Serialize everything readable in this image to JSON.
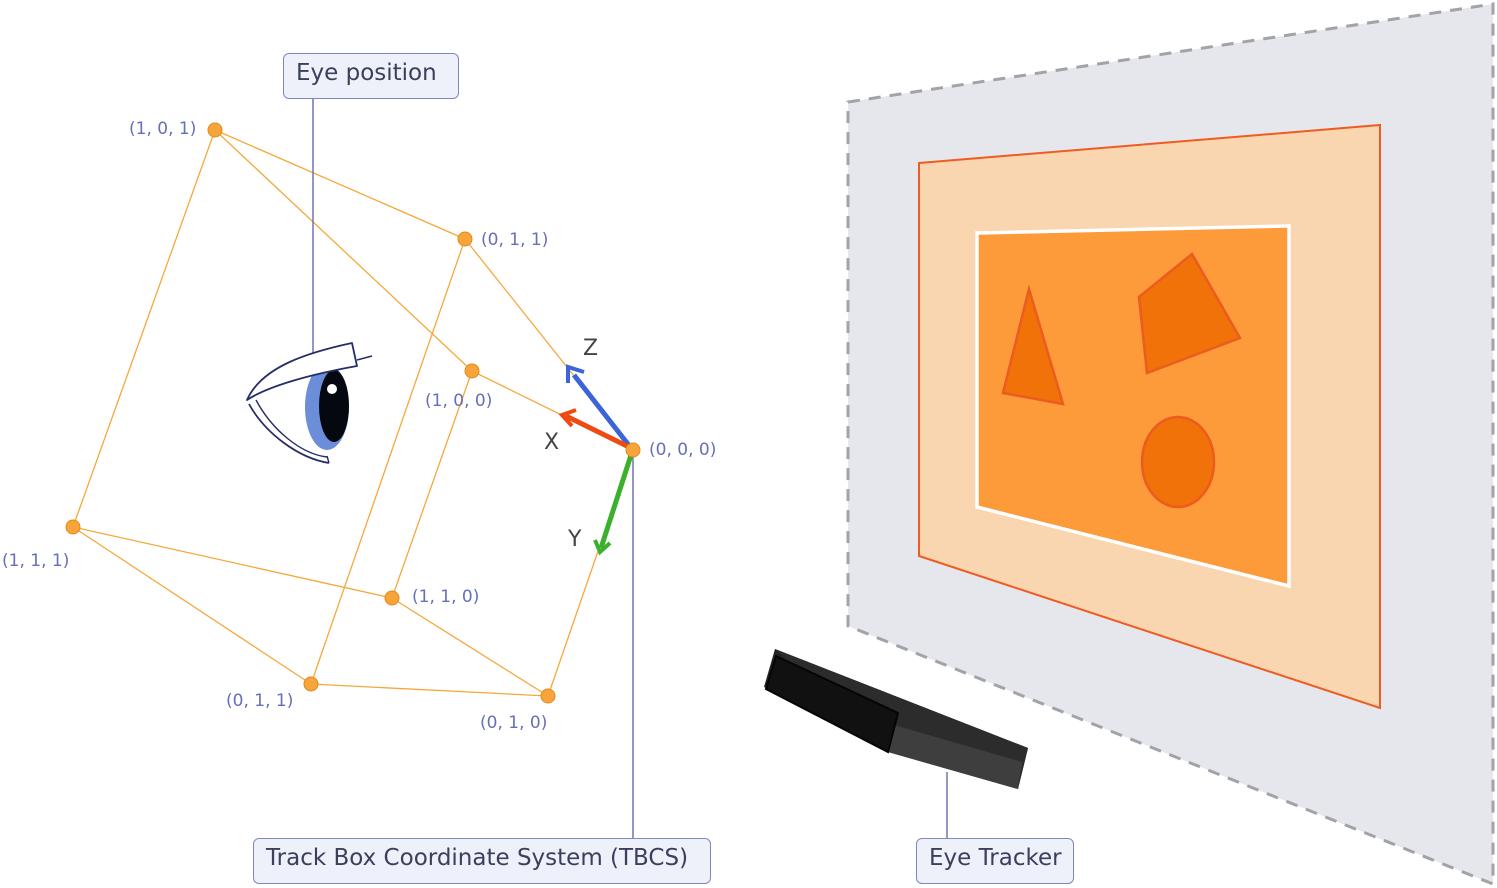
{
  "labels": {
    "eye_position": "Eye position",
    "tbcs": "Track Box Coordinate System (TBCS)",
    "eye_tracker": "Eye Tracker"
  },
  "axes": {
    "x": "X",
    "y": "Y",
    "z": "Z"
  },
  "coordinates": {
    "c000": "(0, 0, 0)",
    "c100": "(1, 0, 0)",
    "c011_top": "(0, 1, 1)",
    "c101": "(1, 0, 1)",
    "c111": "(1, 1, 1)",
    "c110": "(1, 1, 0)",
    "c011_bottom": "(0, 1, 1)",
    "c010": "(0, 1, 0)"
  },
  "colors": {
    "box_edge": "#f5a83a",
    "vertex": "#f7a43b",
    "x_axis": "#ee4a12",
    "y_axis": "#3bb02c",
    "z_axis": "#3a64d8",
    "screen_bg": "#e6e7ec",
    "display_frame": "#f9d5b0",
    "display_inner": "#fd9a3a",
    "shape_fill": "#f07208",
    "label_text": "#6670b8"
  }
}
